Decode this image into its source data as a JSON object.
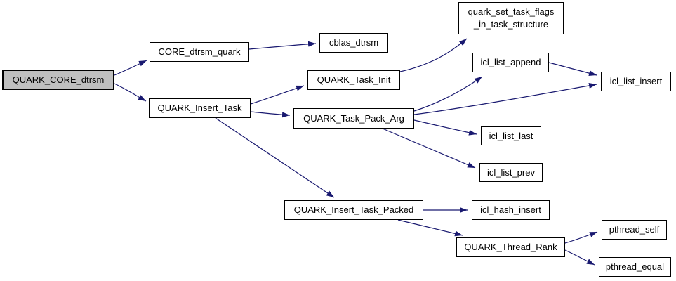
{
  "diagram": {
    "type": "doxygen-call-graph",
    "background_color": "#ffffff",
    "edge_color": "#191970",
    "node_fill_color": "#ffffff",
    "node_border_color": "#000000",
    "highlight_fill_color": "#bfbfbf",
    "text_color": "#000000",
    "root": "QUARK_CORE_dtrsm",
    "nodes": [
      {
        "id": "QUARK_CORE_dtrsm",
        "label": "QUARK_CORE_dtrsm",
        "highlighted": true
      },
      {
        "id": "CORE_dtrsm_quark",
        "label": "CORE_dtrsm_quark",
        "highlighted": false
      },
      {
        "id": "QUARK_Insert_Task",
        "label": "QUARK_Insert_Task",
        "highlighted": false
      },
      {
        "id": "cblas_dtrsm",
        "label": "cblas_dtrsm",
        "highlighted": false
      },
      {
        "id": "QUARK_Task_Init",
        "label": "QUARK_Task_Init",
        "highlighted": false
      },
      {
        "id": "quark_set_task_flags_in_task_structure",
        "label": "quark_set_task_flags\n_in_task_structure",
        "highlighted": false
      },
      {
        "id": "QUARK_Task_Pack_Arg",
        "label": "QUARK_Task_Pack_Arg",
        "highlighted": false
      },
      {
        "id": "icl_list_append",
        "label": "icl_list_append",
        "highlighted": false
      },
      {
        "id": "icl_list_insert",
        "label": "icl_list_insert",
        "highlighted": false
      },
      {
        "id": "icl_list_last",
        "label": "icl_list_last",
        "highlighted": false
      },
      {
        "id": "icl_list_prev",
        "label": "icl_list_prev",
        "highlighted": false
      },
      {
        "id": "QUARK_Insert_Task_Packed",
        "label": "QUARK_Insert_Task_Packed",
        "highlighted": false
      },
      {
        "id": "icl_hash_insert",
        "label": "icl_hash_insert",
        "highlighted": false
      },
      {
        "id": "QUARK_Thread_Rank",
        "label": "QUARK_Thread_Rank",
        "highlighted": false
      },
      {
        "id": "pthread_self",
        "label": "pthread_self",
        "highlighted": false
      },
      {
        "id": "pthread_equal",
        "label": "pthread_equal",
        "highlighted": false
      }
    ],
    "edges": [
      {
        "from": "QUARK_CORE_dtrsm",
        "to": "CORE_dtrsm_quark"
      },
      {
        "from": "QUARK_CORE_dtrsm",
        "to": "QUARK_Insert_Task"
      },
      {
        "from": "CORE_dtrsm_quark",
        "to": "cblas_dtrsm"
      },
      {
        "from": "QUARK_Insert_Task",
        "to": "QUARK_Task_Init"
      },
      {
        "from": "QUARK_Insert_Task",
        "to": "QUARK_Task_Pack_Arg"
      },
      {
        "from": "QUARK_Insert_Task",
        "to": "QUARK_Insert_Task_Packed"
      },
      {
        "from": "QUARK_Task_Init",
        "to": "quark_set_task_flags_in_task_structure"
      },
      {
        "from": "QUARK_Task_Pack_Arg",
        "to": "icl_list_append"
      },
      {
        "from": "QUARK_Task_Pack_Arg",
        "to": "icl_list_insert"
      },
      {
        "from": "QUARK_Task_Pack_Arg",
        "to": "icl_list_last"
      },
      {
        "from": "QUARK_Task_Pack_Arg",
        "to": "icl_list_prev"
      },
      {
        "from": "icl_list_append",
        "to": "icl_list_insert"
      },
      {
        "from": "QUARK_Insert_Task_Packed",
        "to": "icl_hash_insert"
      },
      {
        "from": "QUARK_Insert_Task_Packed",
        "to": "QUARK_Thread_Rank"
      },
      {
        "from": "QUARK_Thread_Rank",
        "to": "pthread_self"
      },
      {
        "from": "QUARK_Thread_Rank",
        "to": "pthread_equal"
      }
    ]
  }
}
